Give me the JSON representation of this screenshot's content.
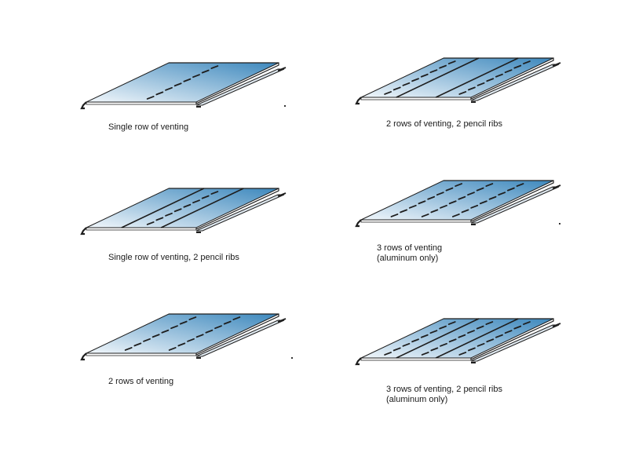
{
  "panels": [
    {
      "lines": [
        "Single row of venting"
      ],
      "vent_rows": 1,
      "ribs": 0
    },
    {
      "lines": [
        "2 rows of venting, 2 pencil ribs"
      ],
      "vent_rows": 2,
      "ribs": 2
    },
    {
      "lines": [
        "Single row of venting, 2 pencil ribs"
      ],
      "vent_rows": 1,
      "ribs": 2
    },
    {
      "lines": [
        "3 rows of venting",
        "(aluminum only)"
      ],
      "vent_rows": 3,
      "ribs": 0
    },
    {
      "lines": [
        "2 rows of venting"
      ],
      "vent_rows": 2,
      "ribs": 0
    },
    {
      "lines": [
        "3 rows of venting, 2 pencil ribs",
        "(aluminum only)"
      ],
      "vent_rows": 3,
      "ribs": 2
    }
  ],
  "colors": {
    "panel_light": "#f2f7fb",
    "panel_dark": "#3d88bd",
    "outline": "#1e1e1e"
  }
}
